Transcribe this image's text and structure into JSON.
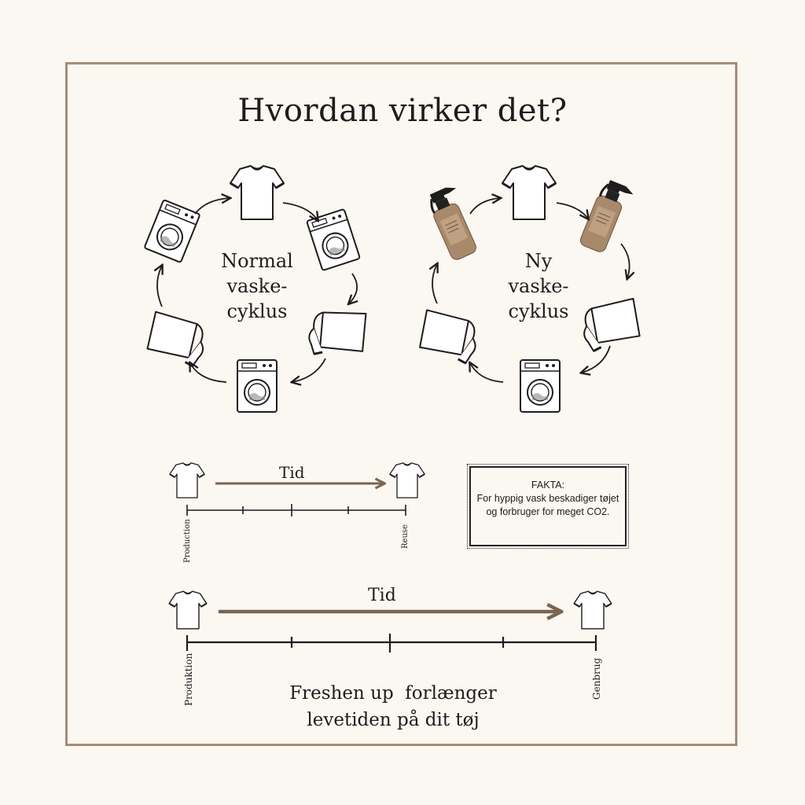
{
  "title": "Hvordan virker det?",
  "left_cycle": {
    "label_lines": [
      "Normal",
      "vaske-",
      "cyklus"
    ]
  },
  "right_cycle": {
    "label_lines": [
      "Ny",
      "vaske-",
      "cyklus"
    ]
  },
  "timeline_short": {
    "arrow_label": "Tid",
    "start_label": "Production",
    "end_label": "Reuse"
  },
  "fact_box": {
    "heading": "FAKTA:",
    "body": "For hyppig vask beskadiger tøjet og forbruger for meget CO2."
  },
  "timeline_long": {
    "arrow_label": "Tid",
    "start_label": "Produktion",
    "end_label": "Genbrug"
  },
  "bottom_text_lines": [
    "Freshen up  forlænger",
    "levetiden på dit tøj"
  ],
  "colors": {
    "frame": "#a98b74",
    "arrow_brown": "#7a6651",
    "bottle": "#a8896a",
    "background": "#fbf7f1"
  },
  "icons": [
    "t-shirt-icon",
    "washing-machine-icon",
    "folded-shirt-icon",
    "spray-bottle-icon",
    "cycle-arrow-icon"
  ]
}
